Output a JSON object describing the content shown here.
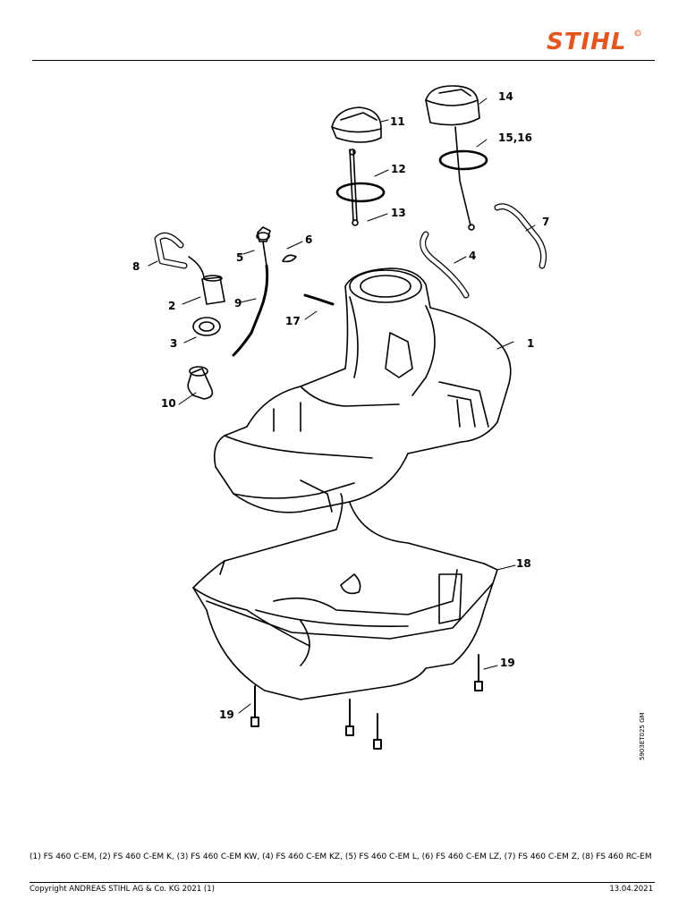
{
  "brand": {
    "logo_text": "STIHL",
    "logo_color": "#E2561F"
  },
  "callouts": {
    "c1": "1",
    "c2": "2",
    "c3": "3",
    "c4": "4",
    "c5": "5",
    "c6": "6",
    "c7": "7",
    "c8": "8",
    "c9": "9",
    "c10": "10",
    "c11": "11",
    "c12": "12",
    "c13": "13",
    "c14": "14",
    "c15_16": "15,16",
    "c17": "17",
    "c18": "18",
    "c19a": "19",
    "c19b": "19"
  },
  "drawing_code": "5903ET025 GM",
  "models_note": "(1) FS 460 C-EM, (2) FS 460 C-EM K, (3) FS 460 C-EM KW, (4) FS 460 C-EM KZ, (5) FS 460 C-EM L, (6) FS 460 C-EM LZ, (7) FS 460 C-EM Z, (8) FS 460 RC-EM",
  "footer": {
    "copyright": "Copyright ANDREAS STIHL AG & Co. KG 2021 (1)",
    "date": "13.04.2021"
  }
}
